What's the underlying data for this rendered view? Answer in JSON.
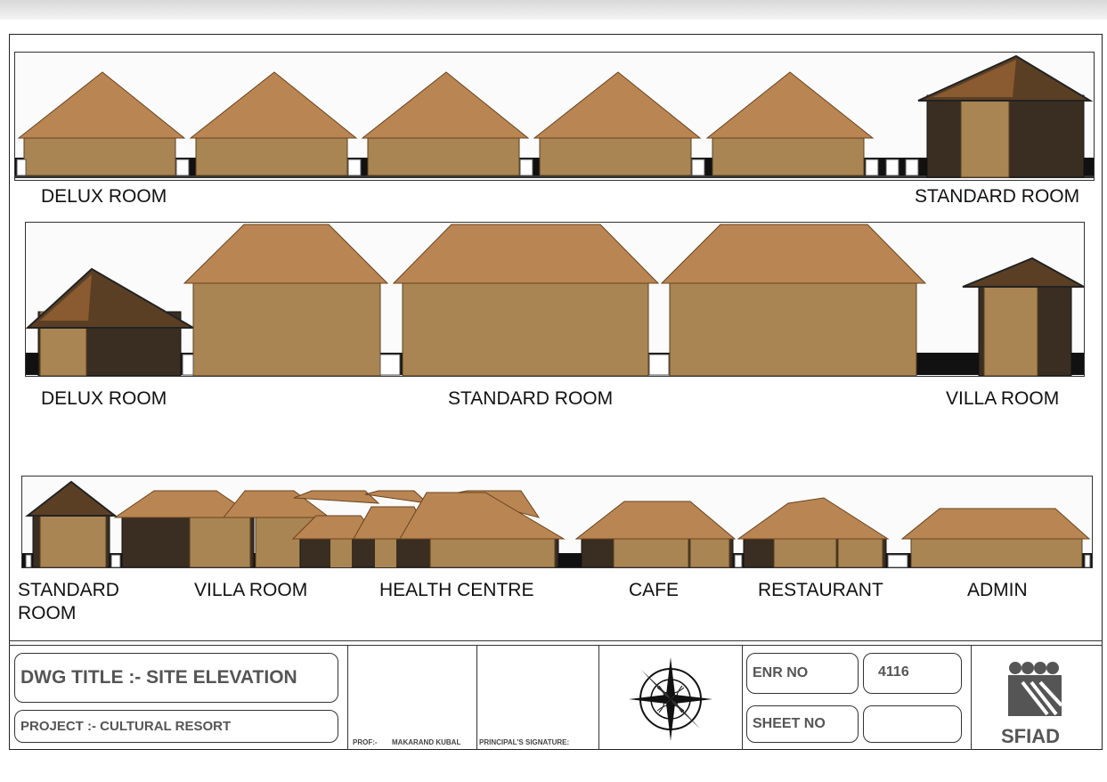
{
  "rows": [
    {
      "labels": [
        "DELUX ROOM",
        "STANDARD ROOM"
      ]
    },
    {
      "labels": [
        "DELUX ROOM",
        "STANDARD ROOM",
        "VILLA ROOM"
      ]
    },
    {
      "labels": [
        "STANDARD ROOM",
        "VILLA ROOM",
        "HEALTH CENTRE",
        "CAFE",
        "RESTAURANT",
        "ADMIN"
      ]
    }
  ],
  "title_block": {
    "dwg_title": "DWG TITLE :- SITE ELEVATION",
    "project": "PROJECT :-  CULTURAL RESORT",
    "prof_label": "PROF:-",
    "prof_name": "MAKARAND KUBAL",
    "principal_label": "PRINCIPAL'S SIGNATURE:",
    "enr_label": "ENR NO",
    "enr_value": "4116",
    "sheet_label": "SHEET NO",
    "sheet_value": "",
    "logo_text": "SFIAD"
  },
  "colors": {
    "thatch": "#b98552",
    "thatch_dark": "#8a5a30",
    "wall": "#a88552",
    "wall_dark": "#3a2e22",
    "ground": "#111111"
  }
}
